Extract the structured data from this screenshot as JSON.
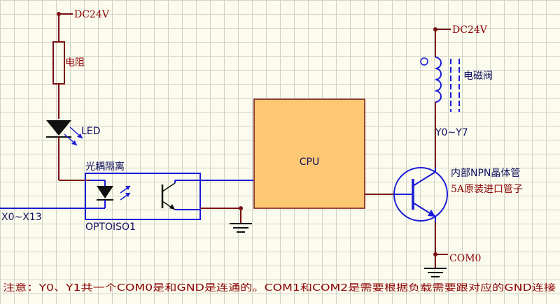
{
  "labels": {
    "dc24v_left": "DC24V",
    "resistor": "电阻",
    "led": "LED",
    "optocoupler": "光耦隔离",
    "opto_part": "OPTOISO1",
    "input_range": "X0~X13",
    "cpu": "CPU",
    "dc24v_right": "DC24V",
    "solenoid": "电磁阀",
    "output_range": "Y0~Y7",
    "transistor_line1": "内部NPN晶体管",
    "transistor_line2": "5A原装进口管子",
    "com0": "COM0"
  },
  "note": "注意：Y0、Y1共一个COM0是和GND是连通的。COM1和COM2是需要根据负载需要跟对应的GND连接"
}
